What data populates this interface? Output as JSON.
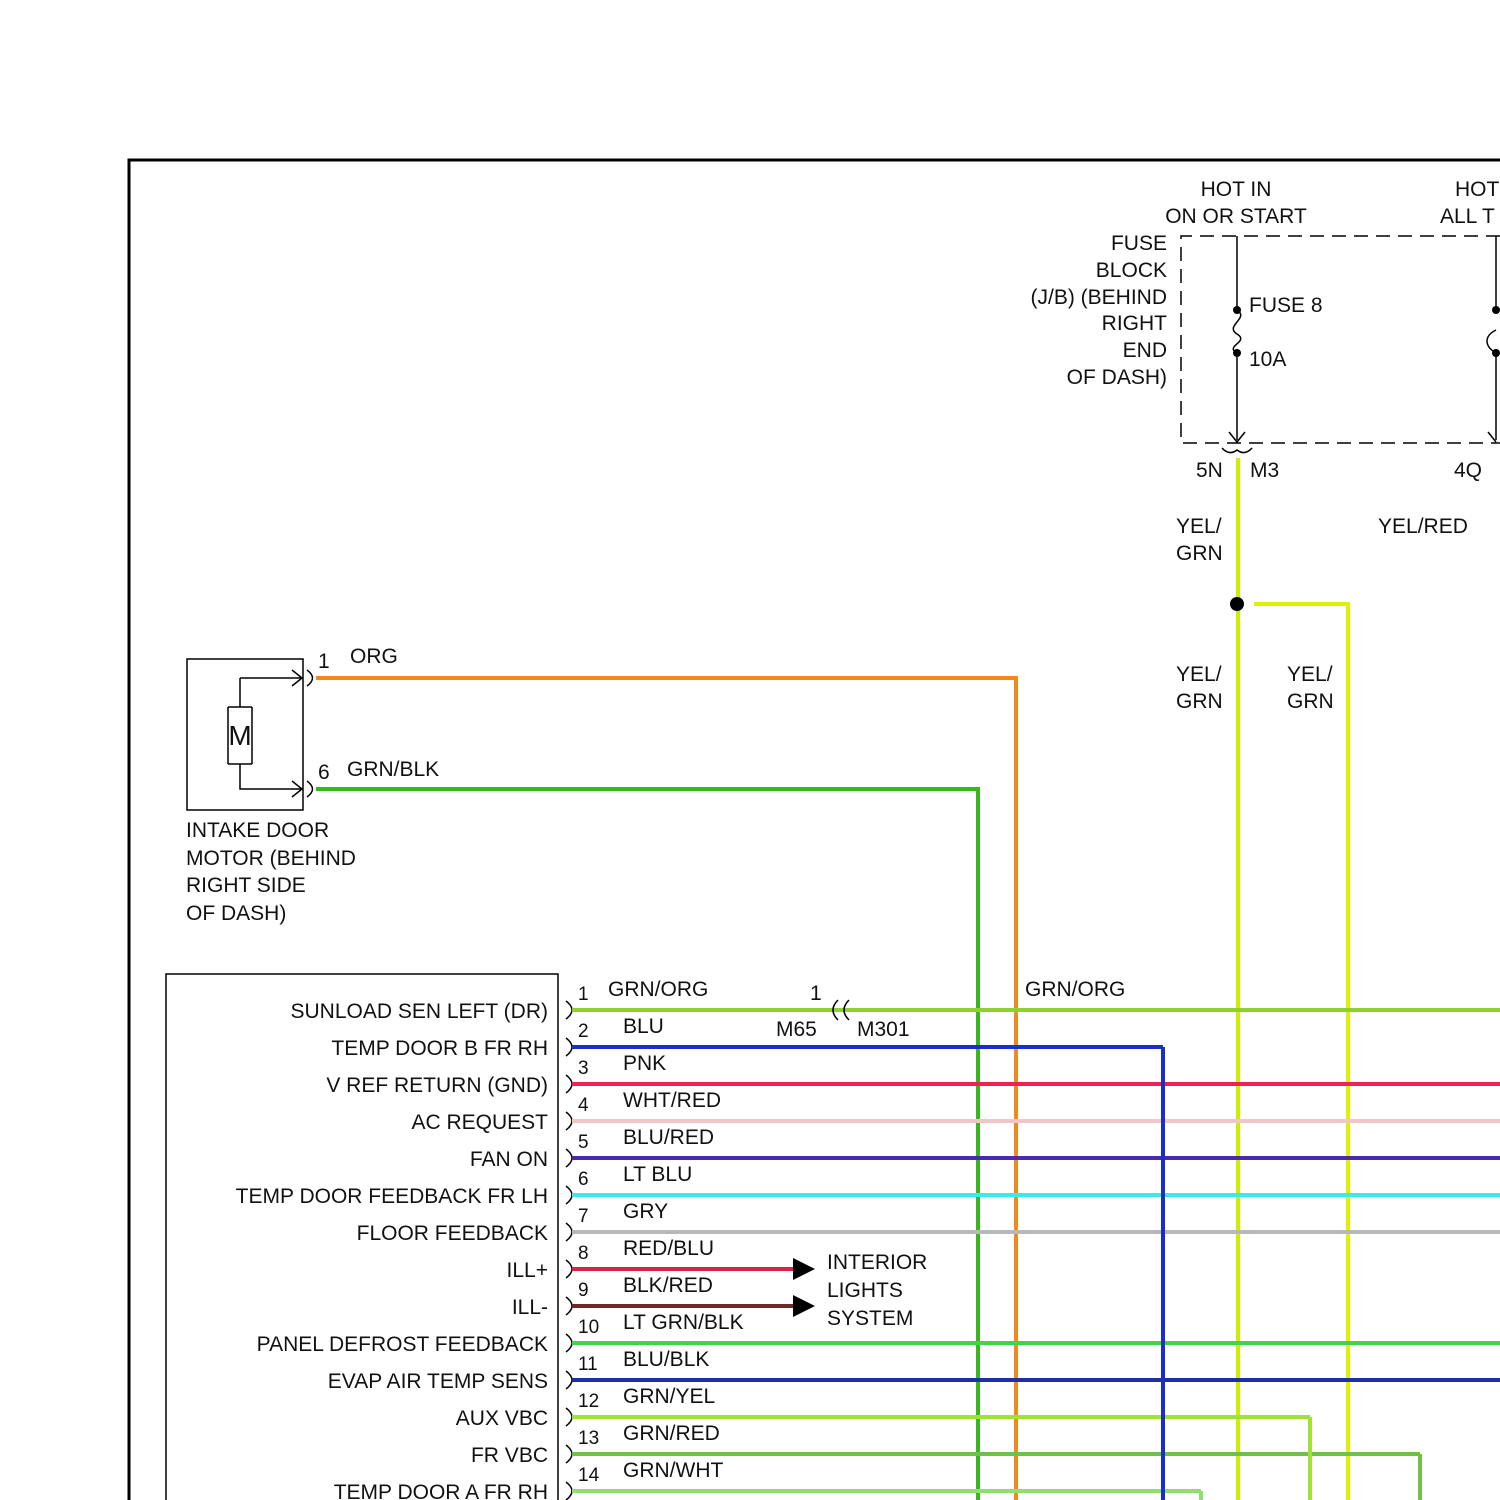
{
  "supply": {
    "hot_on_start": [
      "HOT IN",
      "ON OR START"
    ],
    "hot_all_times": [
      "HOT",
      "ALL T"
    ],
    "fuse_block_label": [
      "FUSE",
      "BLOCK",
      "(J/B) (BEHIND",
      "RIGHT",
      "END",
      "OF DASH)"
    ],
    "fuse_name": "FUSE 8",
    "fuse_rating": "10A",
    "pin_5n": "5N",
    "connector_m3": "M3",
    "pin_4q": "4Q",
    "wire_yel_grn": [
      "YEL/",
      "GRN"
    ],
    "wire_yel_red": "YEL/RED"
  },
  "motor": {
    "symbol": "M",
    "label": [
      "INTAKE DOOR",
      "MOTOR (BEHIND",
      "RIGHT SIDE",
      "OF DASH)"
    ],
    "pins": [
      {
        "pin": "1",
        "wire": "ORG",
        "color": "#f08a1c"
      },
      {
        "pin": "6",
        "wire": "GRN/BLK",
        "color": "#39b71f"
      }
    ]
  },
  "splice": {
    "connector_pin": "1",
    "connector_left": "M65",
    "connector_right": "M301",
    "continued_wire": "GRN/ORG"
  },
  "control_module": {
    "terminals": [
      {
        "pin": "1",
        "label": "SUNLOAD SEN LEFT (DR)",
        "wire": "GRN/ORG",
        "color": "#8fd12a"
      },
      {
        "pin": "2",
        "label": "TEMP DOOR B FR RH",
        "wire": "BLU",
        "color": "#1a2fc8"
      },
      {
        "pin": "3",
        "label": "V REF RETURN (GND)",
        "wire": "PNK",
        "color": "#ee2255"
      },
      {
        "pin": "4",
        "label": "AC REQUEST",
        "wire": "WHT/RED",
        "color": "#f2c6c6"
      },
      {
        "pin": "5",
        "label": "FAN ON",
        "wire": "BLU/RED",
        "color": "#4a2aa8"
      },
      {
        "pin": "6",
        "label": "TEMP DOOR FEEDBACK FR LH",
        "wire": "LT BLU",
        "color": "#3ee8f2"
      },
      {
        "pin": "7",
        "label": "FLOOR FEEDBACK",
        "wire": "GRY",
        "color": "#b8b8b8"
      },
      {
        "pin": "8",
        "label": "ILL+",
        "wire": "RED/BLU",
        "color": "#d8244a"
      },
      {
        "pin": "9",
        "label": "ILL-",
        "wire": "BLK/RED",
        "color": "#6a2a2a"
      },
      {
        "pin": "10",
        "label": "PANEL DEFROST FEEDBACK",
        "wire": "LT GRN/BLK",
        "color": "#3cd64a"
      },
      {
        "pin": "11",
        "label": "EVAP AIR TEMP SENS",
        "wire": "BLU/BLK",
        "color": "#1e2fa6"
      },
      {
        "pin": "12",
        "label": "AUX VBC",
        "wire": "GRN/YEL",
        "color": "#9fe238"
      },
      {
        "pin": "13",
        "label": "FR VBC",
        "wire": "GRN/RED",
        "color": "#6cc24a"
      },
      {
        "pin": "14",
        "label": "TEMP DOOR A FR RH",
        "wire": "GRN/WHT",
        "color": "#8ee06a"
      }
    ]
  },
  "interior_lights": [
    "INTERIOR",
    "LIGHTS",
    "SYSTEM"
  ],
  "colors": {
    "yel_grn": "#c8f000",
    "yel_red": "#f0e020",
    "org": "#f08a1c",
    "grn_blk": "#39b71f",
    "blu": "#1a2fc8"
  }
}
